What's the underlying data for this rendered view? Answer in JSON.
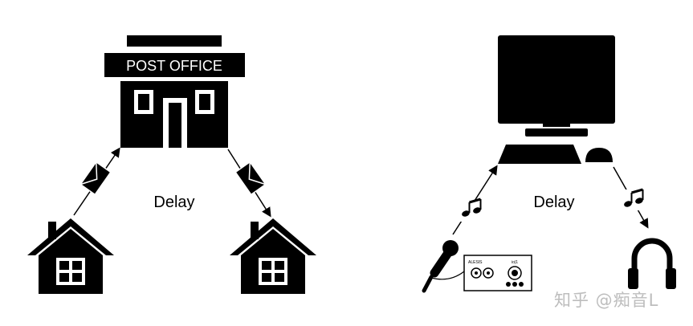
{
  "left_diagram": {
    "building_sign": "POST OFFICE",
    "delay_label": "Delay"
  },
  "right_diagram": {
    "delay_label": "Delay",
    "interface_brand": "ALESIS",
    "interface_model": "io|1"
  },
  "watermark": "知乎 @痴音L",
  "colors": {
    "ink": "#000000",
    "background": "#ffffff",
    "watermark": "#bdbdbd"
  }
}
